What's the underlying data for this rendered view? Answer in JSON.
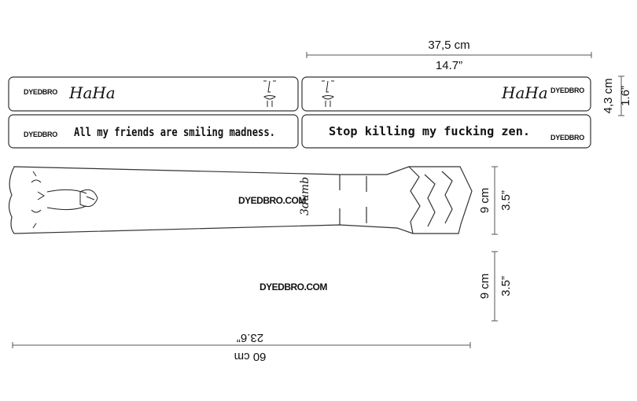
{
  "dimensions": {
    "width_cm": "37,5 cm",
    "width_in": "14.7”",
    "height_cm": "4,3 cm",
    "height_in": "1.6”",
    "guard_height_cm": "9 cm",
    "guard_height_in": "3.5”",
    "back_height_cm": "9 cm",
    "back_height_in": "3.5”",
    "length_cm": "60 cm",
    "length_in": "23.6”"
  },
  "strips": {
    "brand": "DYEDBRO",
    "signature": "HaHa",
    "slogan_left": "All my friends are smiling madness.",
    "slogan_right": "Stop killing my fucking zen."
  },
  "mudguard": {
    "website": "DYEDBRO.COM",
    "signature": "3dumb",
    "back_website": "DYEDBRO.COM"
  },
  "colors": {
    "line": "#333333",
    "text": "#111111",
    "background": "#ffffff"
  }
}
